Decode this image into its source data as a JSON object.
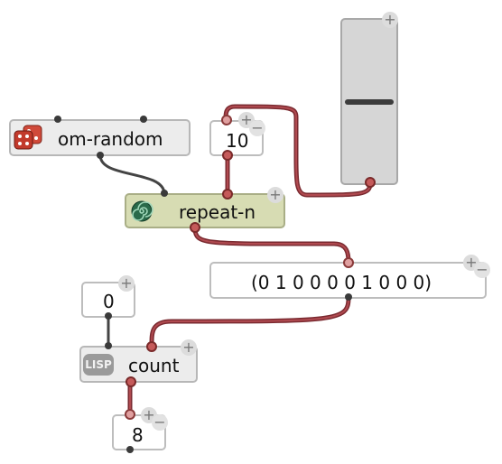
{
  "nodes": {
    "om_random": {
      "label": "om-random",
      "icon": "dice-icon"
    },
    "repeat_n": {
      "label": "repeat-n",
      "icon": "spiral-icon"
    },
    "value_10": {
      "label": "10"
    },
    "value_list": {
      "label": "(0 1 0 0 0 0 1 0 0 0)"
    },
    "value_0": {
      "label": "0"
    },
    "count": {
      "label": "count",
      "badge": "LISP"
    },
    "value_8": {
      "label": "8"
    },
    "slider": {
      "level": 0.55
    }
  },
  "controls": {
    "plus": "+",
    "minus": "−"
  },
  "colors": {
    "wire_red": "#8b3a3f",
    "wire_dark": "#444444",
    "repeat_bg": "#d7dcb3",
    "box_bg": "#ececec"
  }
}
